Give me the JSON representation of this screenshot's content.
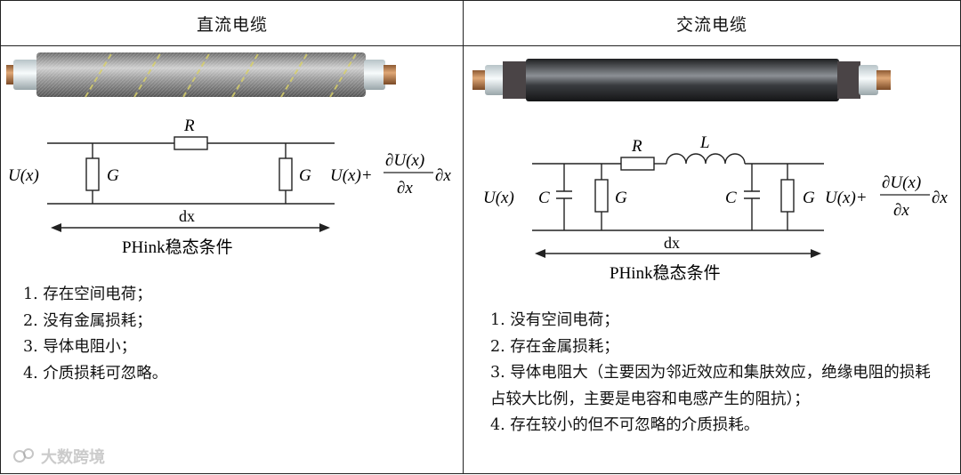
{
  "panels": {
    "left": {
      "title": "直流电缆",
      "caption": "PHink稳态条件",
      "labels": {
        "R": "R",
        "G1": "G",
        "G2": "G",
        "left_v": "U(x)",
        "right_v": "U(x)+",
        "dU": "∂U(x)",
        "dx_frac": "∂x",
        "dx_mult": "∂x",
        "dx": "dx"
      },
      "items": [
        "1. 存在空间电荷；",
        "2. 没有金属损耗；",
        "3. 导体电阻小；",
        "4. 介质损耗可忽略。"
      ]
    },
    "right": {
      "title": "交流电缆",
      "caption": "PHink稳态条件",
      "labels": {
        "R": "R",
        "L": "L",
        "C1": "C",
        "G1": "G",
        "C2": "C",
        "G2": "G",
        "left_v": "U(x)",
        "right_v": "U(x)+",
        "dU": "∂U(x)",
        "dx_frac": "∂x",
        "dx_mult": "∂x",
        "dx": "dx"
      },
      "items": [
        "1. 没有空间电荷；",
        "2. 存在金属损耗；",
        "3. 导体电阻大（主要因为邻近效应和集肤效应，绝缘电阻的损耗占较大比例，主要是电容和电感产生的阻抗）；",
        "4. 存在较小的但不可忽略的介质损耗。"
      ]
    }
  },
  "watermark": "大数跨境",
  "colors": {
    "border": "#222222",
    "copper": "#c68a55",
    "dc_sheath": "#8a8a8a",
    "ac_sheath": "#2e3033",
    "stripe": "#d7cf6b"
  }
}
